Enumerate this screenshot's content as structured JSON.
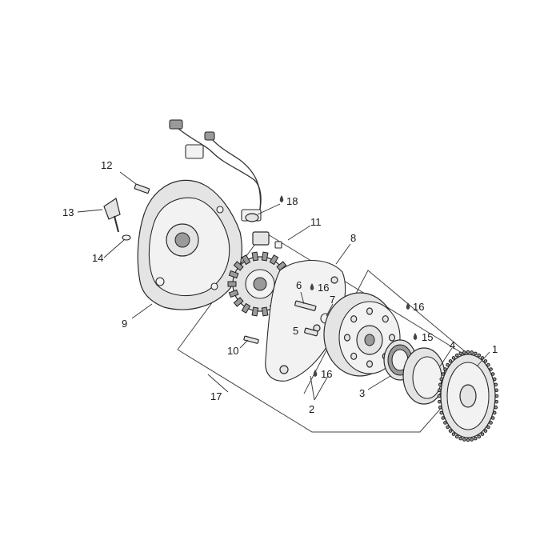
{
  "callouts": {
    "c1": "1",
    "c2": "2",
    "c3": "3",
    "c4": "4",
    "c5": "5",
    "c6": "6",
    "c7": "7",
    "c8": "8",
    "c9": "9",
    "c10": "10",
    "c11": "11",
    "c12": "12",
    "c13": "13",
    "c14": "14",
    "c15": "15",
    "c16a": "16",
    "c16b": "16",
    "c16c": "16",
    "c17": "17",
    "c18": "18"
  }
}
